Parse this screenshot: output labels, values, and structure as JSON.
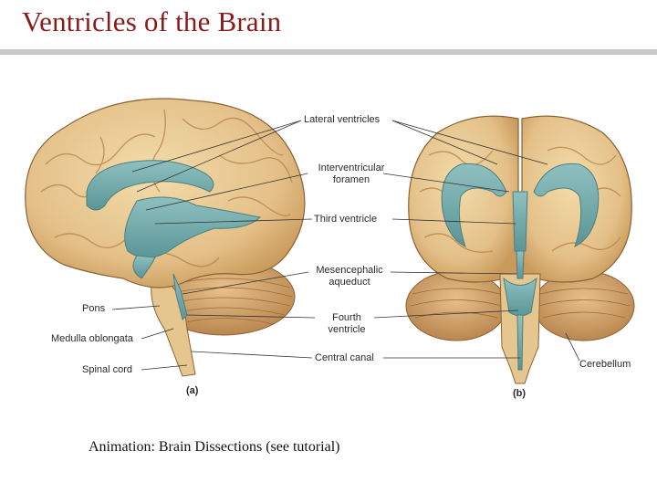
{
  "slide": {
    "title": "Ventricles of the Brain",
    "caption": "Animation: Brain Dissections (see tutorial)"
  },
  "figure": {
    "labels": {
      "lateral_ventricles": "Lateral ventricles",
      "interventricular_foramen_line1": "Interventricular",
      "interventricular_foramen_line2": "foramen",
      "third_ventricle": "Third ventricle",
      "mesencephalic_aqueduct_line1": "Mesencephalic",
      "mesencephalic_aqueduct_line2": "aqueduct",
      "fourth_ventricle_line1": "Fourth",
      "fourth_ventricle_line2": "ventricle",
      "central_canal": "Central canal",
      "pons": "Pons",
      "medulla_oblongata": "Medulla oblongata",
      "spinal_cord": "Spinal cord",
      "cerebellum": "Cerebellum",
      "panel_a": "(a)",
      "panel_b": "(b)"
    },
    "colors": {
      "title": "#8b1a1a",
      "brain_tissue": "#e8c98e",
      "brain_shadow": "#c99a5b",
      "ventricle": "#6fa6a8",
      "leader_line": "#333333"
    }
  }
}
